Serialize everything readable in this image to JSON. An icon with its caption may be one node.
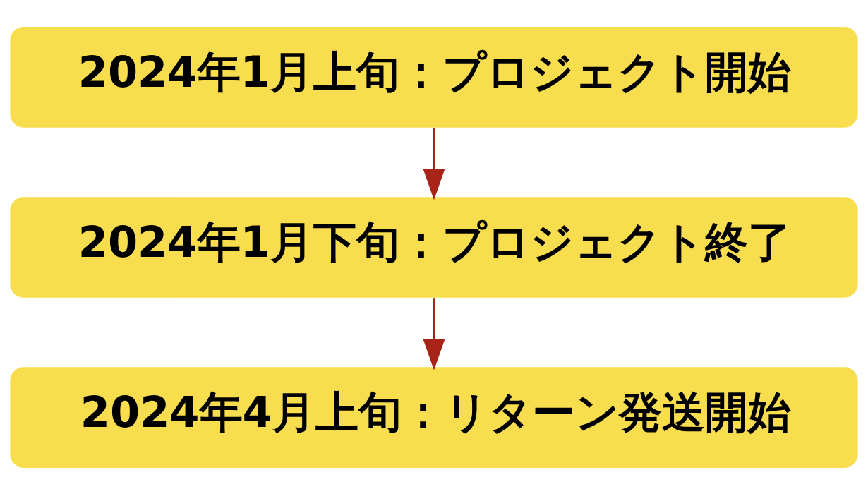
{
  "diagram": {
    "nodes": [
      {
        "text": [
          "2024年1月上旬：プロジェクト開始"
        ]
      },
      {
        "text": [
          "2024年1月下旬：プロジェクト終了"
        ]
      },
      {
        "text": [
          "2024年4月上旬：リターン発送開始"
        ]
      }
    ],
    "edges": [
      {
        "from": 0,
        "to": 1,
        "arrow": "to",
        "color": "#a82318"
      },
      {
        "from": 1,
        "to": 2,
        "arrow": "to",
        "color": "#a82318"
      }
    ]
  }
}
